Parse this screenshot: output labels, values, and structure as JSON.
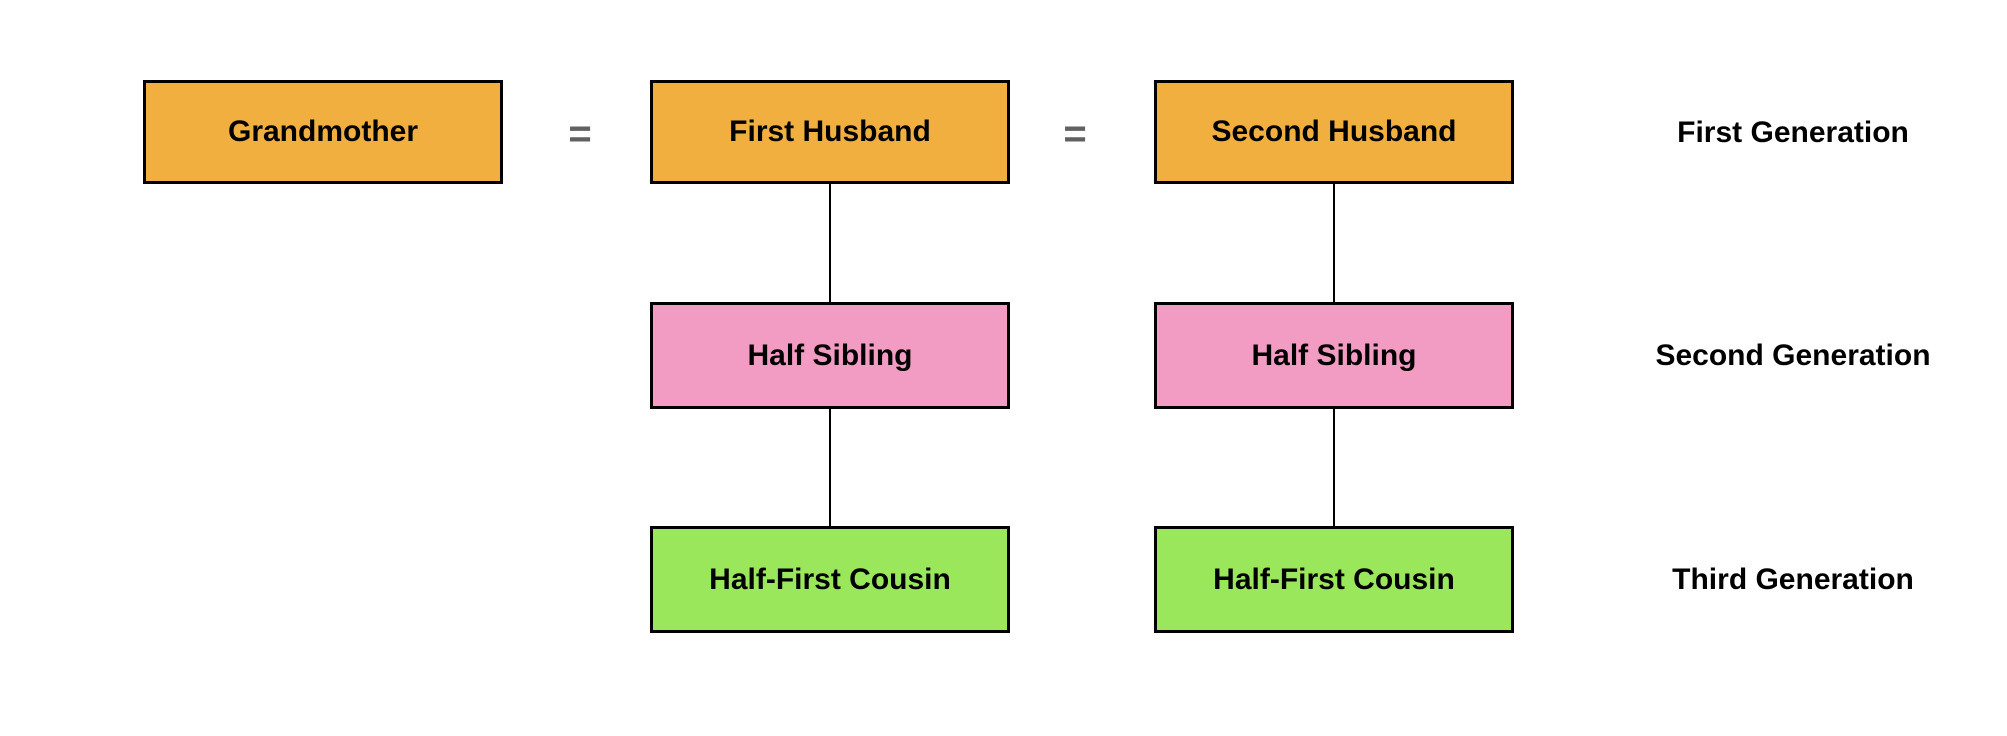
{
  "diagram": {
    "type": "family-tree",
    "background_color": "#ffffff",
    "border_color": "#000000",
    "equals_color": "#616161",
    "generation_colors": {
      "first": "#F0AF3F",
      "second": "#F29BC3",
      "third": "#9AE75C"
    },
    "marriage_symbol": "=",
    "nodes": {
      "grandmother": {
        "label": "Grandmother",
        "generation": 1,
        "color": "#F0AF3F"
      },
      "first_husband": {
        "label": "First Husband",
        "generation": 1,
        "color": "#F0AF3F"
      },
      "second_husband": {
        "label": "Second Husband",
        "generation": 1,
        "color": "#F0AF3F"
      },
      "half_sibling_left": {
        "label": "Half Sibling",
        "generation": 2,
        "color": "#F29BC3"
      },
      "half_sibling_right": {
        "label": "Half Sibling",
        "generation": 2,
        "color": "#F29BC3"
      },
      "half_first_cousin_left": {
        "label": "Half-First Cousin",
        "generation": 3,
        "color": "#9AE75C"
      },
      "half_first_cousin_right": {
        "label": "Half-First Cousin",
        "generation": 3,
        "color": "#9AE75C"
      }
    },
    "marriages": [
      {
        "between": [
          "grandmother",
          "first_husband"
        ]
      },
      {
        "between": [
          "first_husband",
          "second_husband"
        ]
      }
    ],
    "descent_lines": [
      {
        "from": "first_husband",
        "to": "half_sibling_left"
      },
      {
        "from": "second_husband",
        "to": "half_sibling_right"
      },
      {
        "from": "half_sibling_left",
        "to": "half_first_cousin_left"
      },
      {
        "from": "half_sibling_right",
        "to": "half_first_cousin_right"
      }
    ],
    "generation_labels": {
      "first": "First Generation",
      "second": "Second Generation",
      "third": "Third Generation"
    }
  }
}
